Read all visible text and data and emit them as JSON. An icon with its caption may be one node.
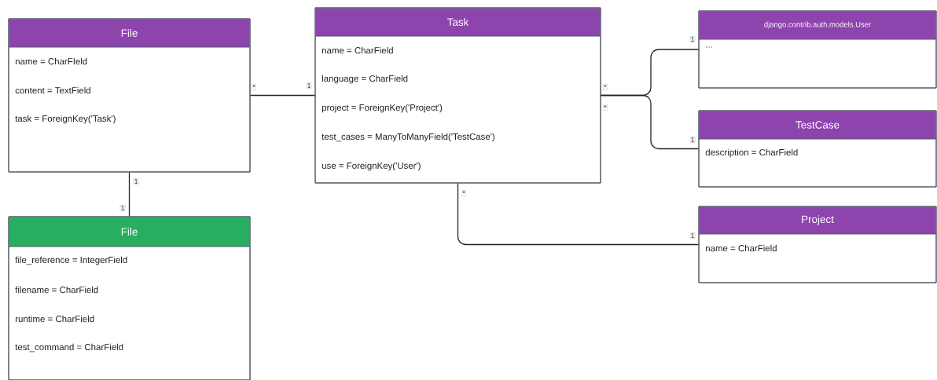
{
  "diagram": {
    "nodes": [
      {
        "text": [
          "File",
          "name = CharFIeld",
          "content = TextField",
          "task = ForeignKey('Task')"
        ]
      },
      {
        "text": [
          "Task",
          "name = CharField",
          "language = CharField",
          "project = ForeignKey('Project')",
          "test_cases = ManyToManyField('TestCase')",
          "use = ForeignKey('User')"
        ]
      },
      {
        "text": [
          "django.contrib.auth.models.User",
          "..."
        ]
      },
      {
        "text": [
          "TestCase",
          "description = CharField"
        ]
      },
      {
        "text": [
          "File",
          "file_reference = IntegerField",
          "filename = CharField",
          "runtime = CharField",
          "test_command = CharField"
        ]
      },
      {
        "text": [
          "Project",
          "name = CharField"
        ]
      }
    ],
    "edges": [
      {
        "from": 0,
        "to": 1,
        "arrow": "none"
      },
      {
        "from": 1,
        "to": 2,
        "arrow": "none"
      },
      {
        "from": 1,
        "to": 3,
        "arrow": "none"
      },
      {
        "from": 0,
        "to": 4,
        "arrow": "none"
      },
      {
        "from": 1,
        "to": 5,
        "arrow": "none"
      }
    ],
    "labels": [
      "1",
      "*",
      "1",
      "*",
      "*",
      "1",
      "1",
      "*",
      "1",
      "1"
    ]
  }
}
